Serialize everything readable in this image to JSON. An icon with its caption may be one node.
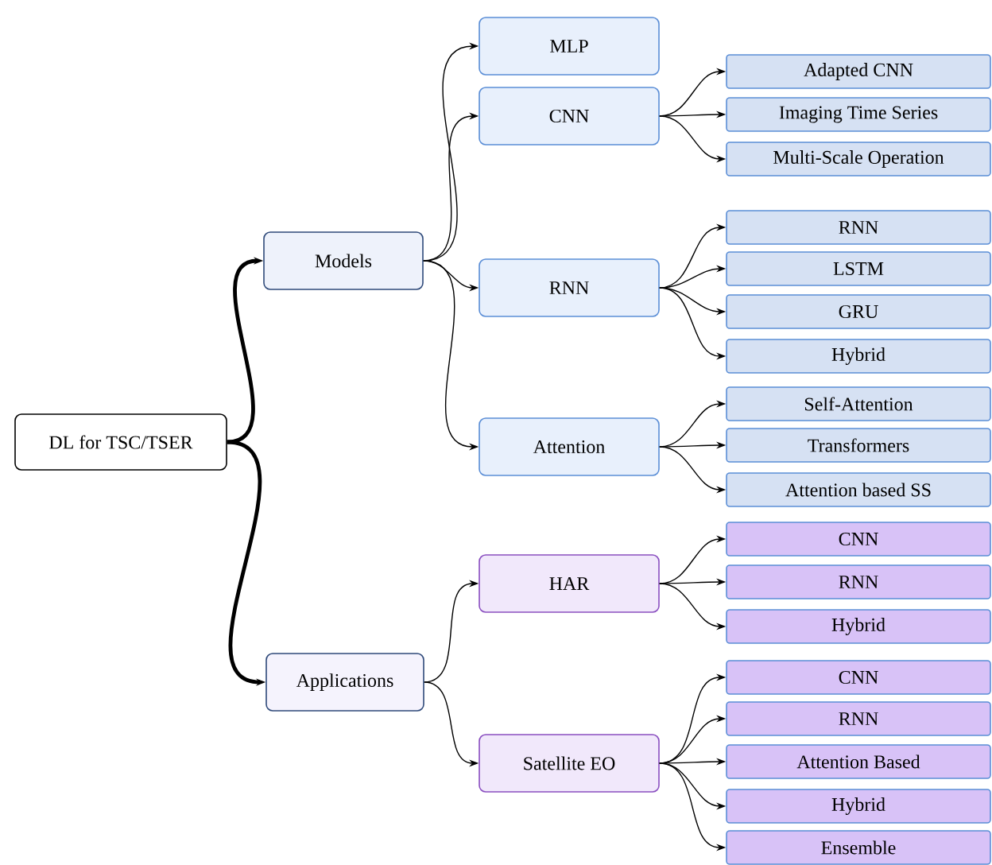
{
  "diagram": {
    "nodes": [
      {
        "text": [
          "DL for TSC/TSER"
        ]
      },
      {
        "text": [
          "Models"
        ]
      },
      {
        "text": [
          "MLP"
        ]
      },
      {
        "text": [
          "CNN"
        ]
      },
      {
        "text": [
          "Adapted CNN"
        ]
      },
      {
        "text": [
          "Imaging Time Series"
        ]
      },
      {
        "text": [
          "Multi-Scale Operation"
        ]
      },
      {
        "text": [
          "RNN"
        ]
      },
      {
        "text": [
          "RNN"
        ]
      },
      {
        "text": [
          "LSTM"
        ]
      },
      {
        "text": [
          "GRU"
        ]
      },
      {
        "text": [
          "Hybrid"
        ]
      },
      {
        "text": [
          "Attention"
        ]
      },
      {
        "text": [
          "Self-Attention"
        ]
      },
      {
        "text": [
          "Transformers"
        ]
      },
      {
        "text": [
          "Attention based SS"
        ]
      },
      {
        "text": [
          "Applications"
        ]
      },
      {
        "text": [
          "HAR"
        ]
      },
      {
        "text": [
          "CNN"
        ]
      },
      {
        "text": [
          "RNN"
        ]
      },
      {
        "text": [
          "Hybrid"
        ]
      },
      {
        "text": [
          "Satellite EO"
        ]
      },
      {
        "text": [
          "CNN"
        ]
      },
      {
        "text": [
          "RNN"
        ]
      },
      {
        "text": [
          "Attention Based"
        ]
      },
      {
        "text": [
          "Hybrid"
        ]
      },
      {
        "text": [
          "Ensemble"
        ]
      }
    ],
    "edges": [
      {
        "from": 0,
        "to": 1,
        "arrow": "to",
        "style": "thick"
      },
      {
        "from": 0,
        "to": 16,
        "arrow": "to",
        "style": "thick"
      },
      {
        "from": 1,
        "to": 2,
        "arrow": "to"
      },
      {
        "from": 1,
        "to": 3,
        "arrow": "to"
      },
      {
        "from": 1,
        "to": 7,
        "arrow": "to"
      },
      {
        "from": 1,
        "to": 12,
        "arrow": "to"
      },
      {
        "from": 3,
        "to": 4,
        "arrow": "to"
      },
      {
        "from": 3,
        "to": 5,
        "arrow": "to"
      },
      {
        "from": 3,
        "to": 6,
        "arrow": "to"
      },
      {
        "from": 7,
        "to": 8,
        "arrow": "to"
      },
      {
        "from": 7,
        "to": 9,
        "arrow": "to"
      },
      {
        "from": 7,
        "to": 10,
        "arrow": "to"
      },
      {
        "from": 7,
        "to": 11,
        "arrow": "to"
      },
      {
        "from": 12,
        "to": 13,
        "arrow": "to"
      },
      {
        "from": 12,
        "to": 14,
        "arrow": "to"
      },
      {
        "from": 12,
        "to": 15,
        "arrow": "to"
      },
      {
        "from": 16,
        "to": 17,
        "arrow": "to"
      },
      {
        "from": 16,
        "to": 21,
        "arrow": "to"
      },
      {
        "from": 17,
        "to": 18,
        "arrow": "to"
      },
      {
        "from": 17,
        "to": 19,
        "arrow": "to"
      },
      {
        "from": 17,
        "to": 20,
        "arrow": "to"
      },
      {
        "from": 21,
        "to": 22,
        "arrow": "to"
      },
      {
        "from": 21,
        "to": 23,
        "arrow": "to"
      },
      {
        "from": 21,
        "to": 24,
        "arrow": "to"
      },
      {
        "from": 21,
        "to": 25,
        "arrow": "to"
      },
      {
        "from": 21,
        "to": 26,
        "arrow": "to"
      }
    ]
  }
}
